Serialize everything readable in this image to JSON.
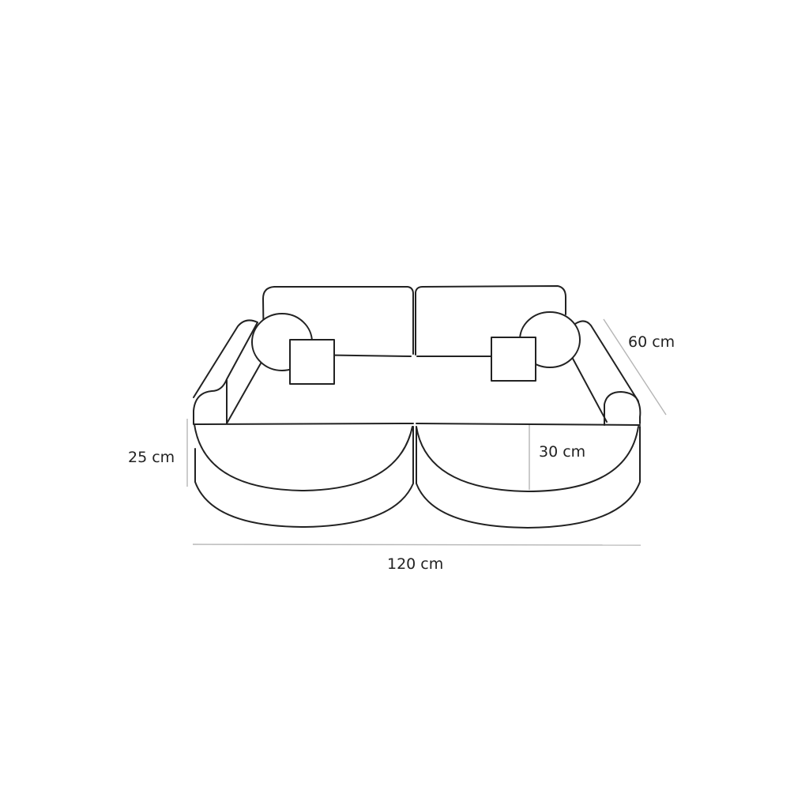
{
  "diagram": {
    "subject": "sofa",
    "dimensions": {
      "depth": "60 cm",
      "height": "25 cm",
      "seat_depth": "30 cm",
      "width": "120 cm"
    },
    "colors": {
      "outline": "#222222",
      "dimension_lines": "#b5b5b5",
      "text": "#222222",
      "background": "#ffffff"
    }
  }
}
